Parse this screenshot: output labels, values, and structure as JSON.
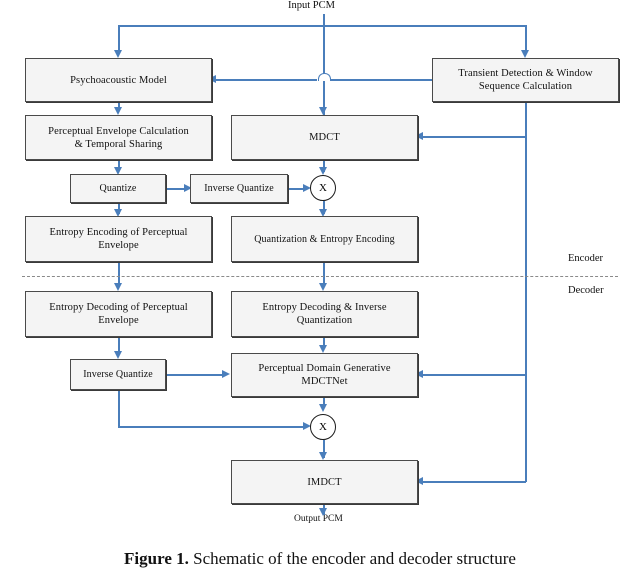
{
  "figure": {
    "input_label": "Input PCM",
    "output_label": "Output PCM",
    "encoder_label": "Encoder",
    "decoder_label": "Decoder",
    "caption_bold": "Figure 1.",
    "caption_text": "Schematic of the encoder and decoder structure"
  },
  "colors": {
    "connector": "#4a7ebb",
    "box_fill": "#f4f4f4",
    "box_border": "#4a4a4a",
    "divider": "#8a8a8a"
  },
  "nodes": {
    "psychoacoustic_model": "Psychoacoustic Model",
    "transient_detection": "Transient Detection & Window\nSequence Calculation",
    "perceptual_envelope": "Perceptual Envelope Calculation\n& Temporal Sharing",
    "mdct": "MDCT",
    "quantize": "Quantize",
    "inverse_quantize_enc": "Inverse Quantize",
    "multiply_enc": "X",
    "entropy_encoding_envelope": "Entropy Encoding of Perceptual\nEnvelope",
    "quantization_entropy_encoding": "Quantization & Entropy Encoding",
    "entropy_decoding_envelope": "Entropy Decoding of Perceptual\nEnvelope",
    "entropy_decoding_inverse_quant": "Entropy Decoding & Inverse\nQuantization",
    "inverse_quantize_dec": "Inverse Quantize",
    "mdctnet": "Perceptual Domain Generative\nMDCTNet",
    "multiply_dec": "X",
    "imdct": "IMDCT"
  }
}
